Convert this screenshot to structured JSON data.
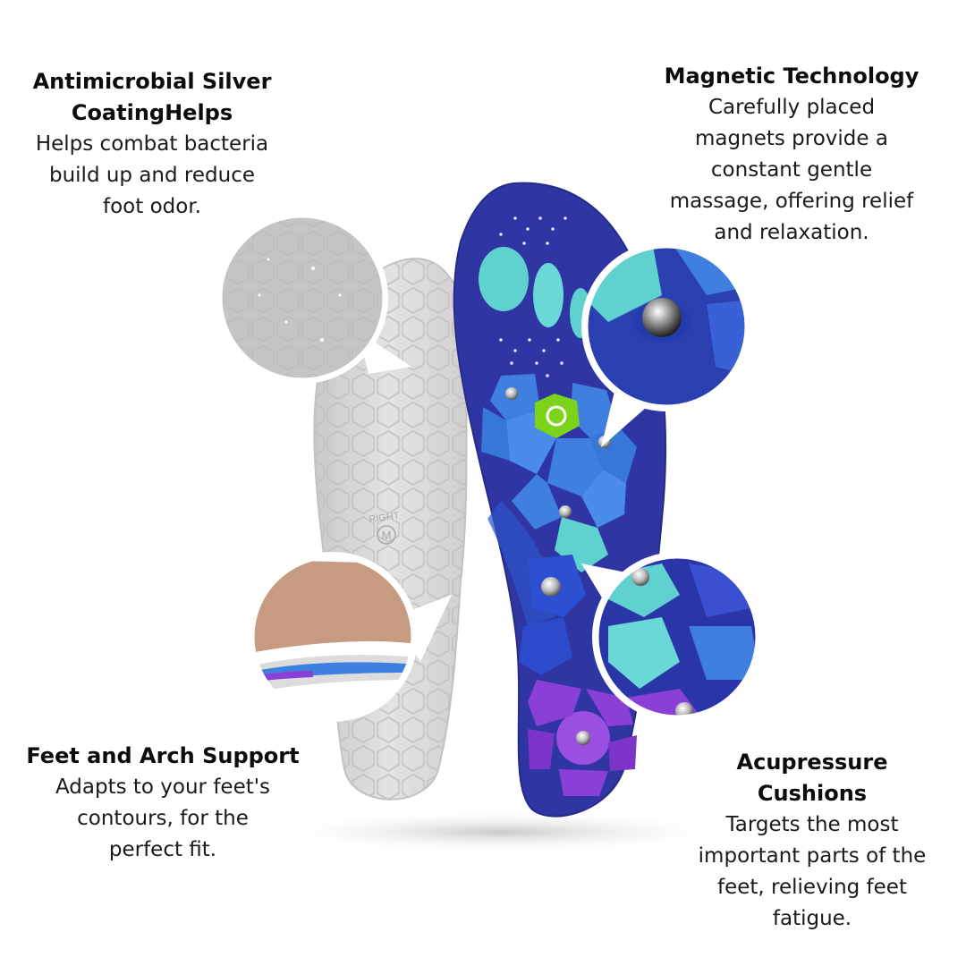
{
  "features": {
    "antimicrobial": {
      "title_line1": "Antimicrobial Silver",
      "title_line2": "CoatingHelps",
      "desc_lines": [
        "Helps combat bacteria",
        "build up and reduce",
        "foot odor."
      ]
    },
    "magnetic": {
      "title": "Magnetic Technology",
      "desc_lines": [
        "Carefully placed",
        "magnets provide a",
        "constant gentle",
        "massage, offering relief",
        "and relaxation."
      ]
    },
    "arch": {
      "title": "Feet and Arch Support",
      "desc_lines": [
        "Adapts to your feet's",
        "contours, for the",
        "perfect fit."
      ]
    },
    "acupressure": {
      "title": "Acupressure Cushions",
      "desc_lines": [
        "Targets the most",
        "important parts of the",
        "feet, relieving feet",
        "fatigue."
      ]
    }
  },
  "insole": {
    "back_marking_side": "RIGHT",
    "back_marking_size": "M"
  },
  "colors": {
    "top_insole": "#3238a6",
    "teal_cushion": "#5fd1cf",
    "blue_cushion": "#3f7fe0",
    "purple_cushion": "#8a3fd6",
    "grey_base": "#d6d6d6",
    "logo_green": "#7bd31a"
  }
}
